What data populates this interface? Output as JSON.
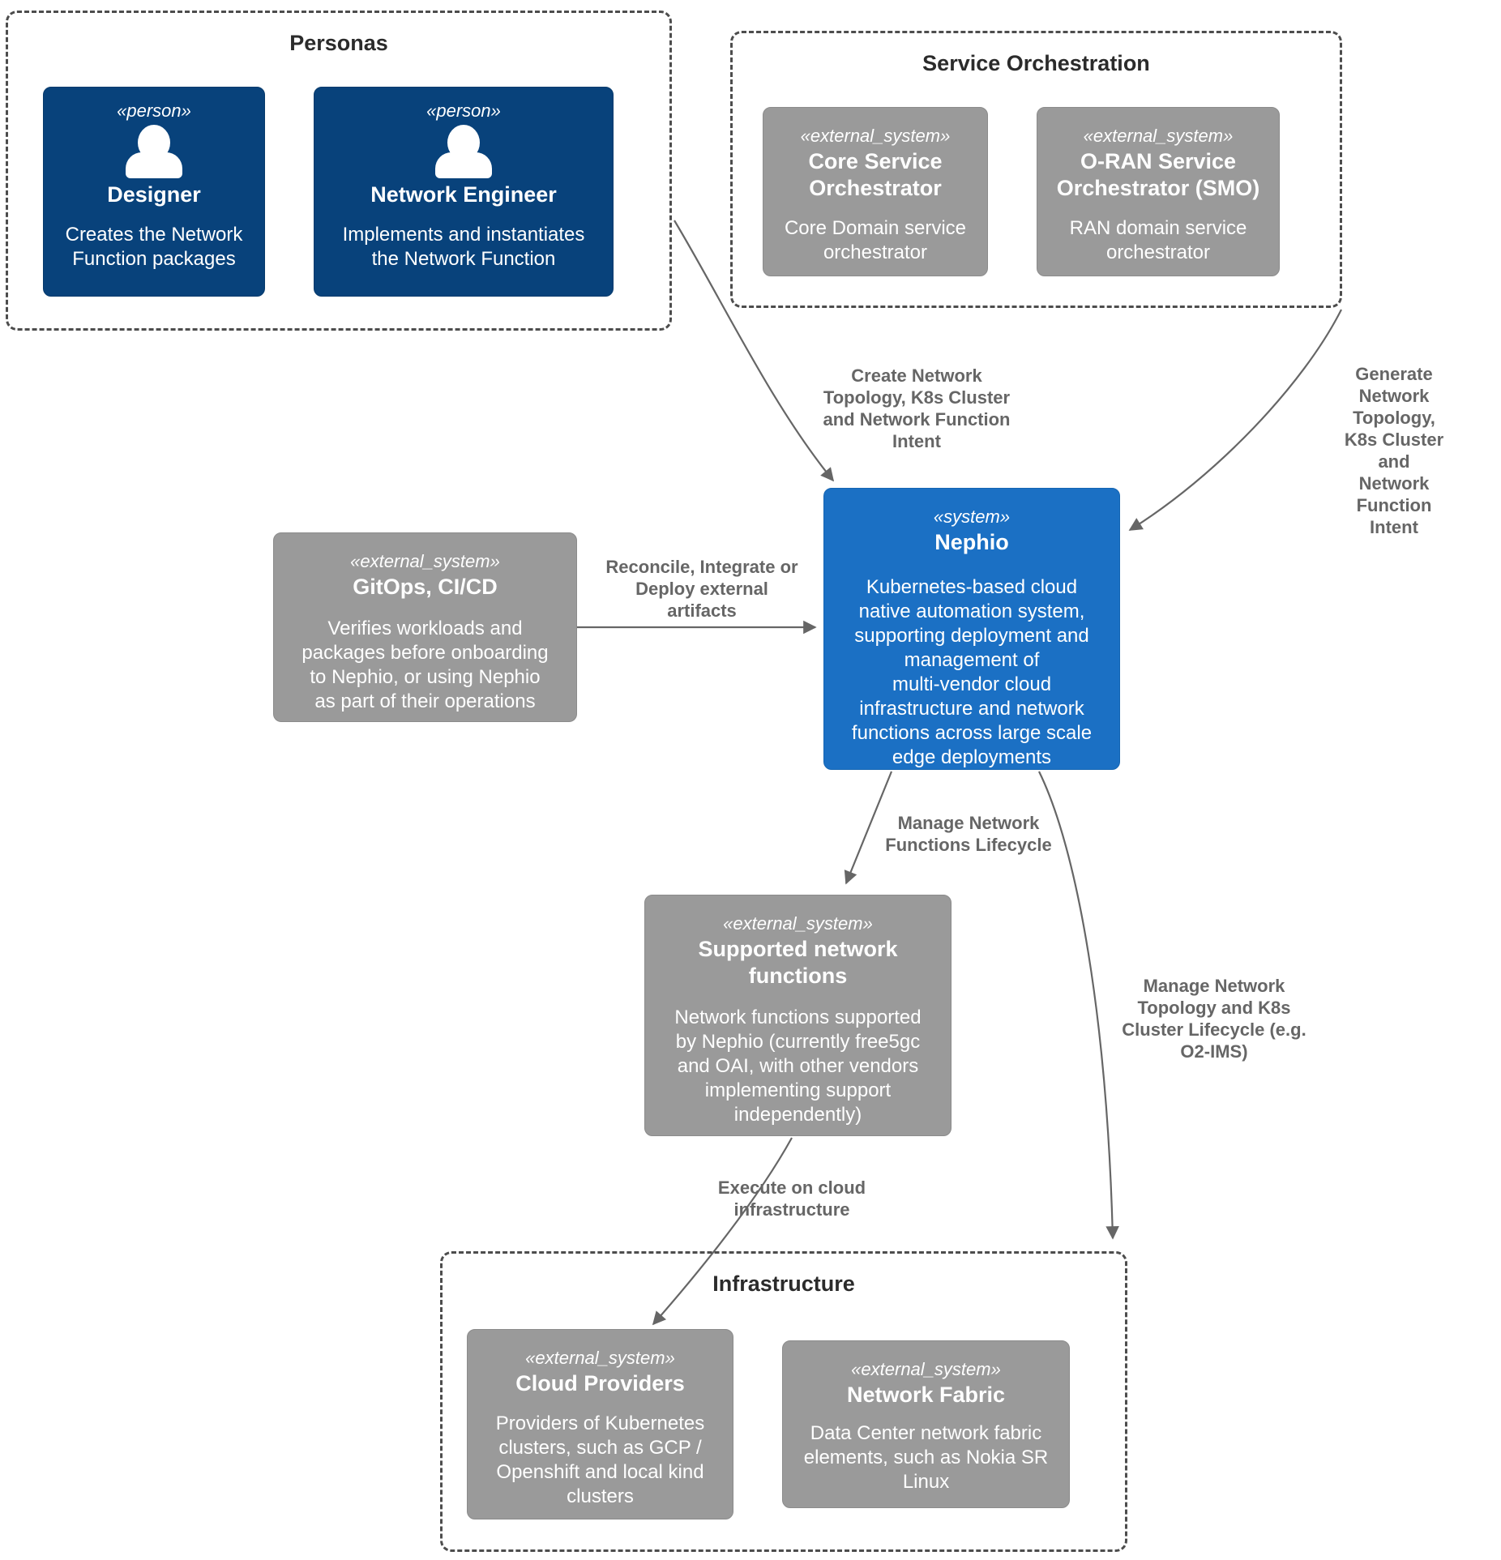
{
  "diagram": {
    "kind": "c4-system-context",
    "colors": {
      "person_bg": "#08427b",
      "system_bg": "#1b70c4",
      "external_system_bg": "#9a9a9a",
      "edge": "#666666",
      "group_border": "#4d4d4d",
      "group_title": "#2b2b2b",
      "node_text": "#ffffff"
    }
  },
  "groups": {
    "personas": {
      "title": "Personas"
    },
    "service_orchestration": {
      "title": "Service Orchestration"
    },
    "infrastructure": {
      "title": "Infrastructure"
    }
  },
  "nodes": {
    "designer": {
      "stereotype": "«person»",
      "icon": "person-icon",
      "name": "Designer",
      "description": "Creates the Network\nFunction packages"
    },
    "network_engineer": {
      "stereotype": "«person»",
      "icon": "person-icon",
      "name": "Network Engineer",
      "description": "Implements and instantiates\nthe Network Function"
    },
    "core_service_orchestrator": {
      "stereotype": "«external_system»",
      "name": "Core Service\nOrchestrator",
      "description": "Core Domain service\norchestrator"
    },
    "oran_service_orchestrator": {
      "stereotype": "«external_system»",
      "name": "O-RAN Service\nOrchestrator (SMO)",
      "description": "RAN domain service\norchestrator"
    },
    "nephio": {
      "stereotype": "«system»",
      "name": "Nephio",
      "description": "Kubernetes-based cloud\nnative automation system,\nsupporting deployment and\nmanagement of\nmulti-vendor cloud\ninfrastructure and network\nfunctions across large scale\nedge deployments"
    },
    "gitops": {
      "stereotype": "«external_system»",
      "name": "GitOps, CI/CD",
      "description": "Verifies workloads and\npackages before onboarding\nto Nephio, or using Nephio\nas part of their operations"
    },
    "supported_network_functions": {
      "stereotype": "«external_system»",
      "name": "Supported network\nfunctions",
      "description": "Network functions supported\nby Nephio (currently free5gc\nand OAI, with other vendors\nimplementing support\nindependently)"
    },
    "cloud_providers": {
      "stereotype": "«external_system»",
      "name": "Cloud Providers",
      "description": "Providers of Kubernetes\nclusters, such as GCP /\nOpenshift and local kind\nclusters"
    },
    "network_fabric": {
      "stereotype": "«external_system»",
      "name": "Network Fabric",
      "description": "Data Center network fabric\nelements, such as Nokia SR\nLinux"
    }
  },
  "edges": {
    "create_intent": {
      "from": "Personas",
      "to": "Nephio",
      "label": "Create Network\nTopology, K8s Cluster\nand Network Function\nIntent"
    },
    "generate_intent": {
      "from": "Service Orchestration",
      "to": "Nephio",
      "label": "Generate Network\nTopology, K8s Cluster\nand Network Function\nIntent"
    },
    "reconcile": {
      "from": "GitOps, CI/CD",
      "to": "Nephio",
      "label": "Reconcile, Integrate or\nDeploy external\nartifacts"
    },
    "manage_nf_lifecycle": {
      "from": "Nephio",
      "to": "Supported network functions",
      "label": "Manage Network\nFunctions Lifecycle"
    },
    "manage_topology": {
      "from": "Nephio",
      "to": "Infrastructure",
      "label": "Manage Network\nTopology and K8s\nCluster Lifecycle (e.g.\nO2-IMS)"
    },
    "execute_on_cloud": {
      "from": "Supported network functions",
      "to": "Cloud Providers",
      "label": "Execute on cloud\ninfrastructure"
    }
  }
}
